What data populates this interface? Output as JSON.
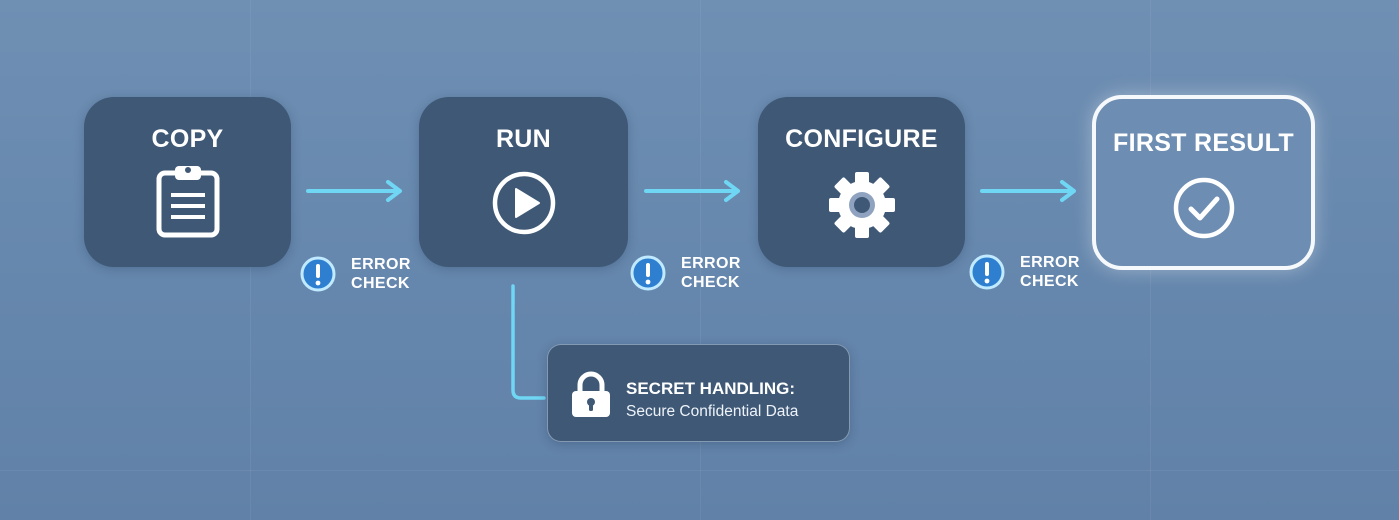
{
  "steps": [
    {
      "id": "copy",
      "title": "COPY",
      "icon": "clipboard-icon",
      "highlighted": false
    },
    {
      "id": "run",
      "title": "RUN",
      "icon": "play-icon",
      "highlighted": false
    },
    {
      "id": "configure",
      "title": "CONFIGURE",
      "icon": "gear-icon",
      "highlighted": false
    },
    {
      "id": "first-result",
      "title": "FIRST RESULT",
      "icon": "checkmark-icon",
      "highlighted": true
    }
  ],
  "error_checks": [
    {
      "line1": "ERROR",
      "line2": "CHECK",
      "icon": "exclamation-icon"
    },
    {
      "line1": "ERROR",
      "line2": "CHECK",
      "icon": "exclamation-icon"
    },
    {
      "line1": "ERROR",
      "line2": "CHECK",
      "icon": "exclamation-icon"
    }
  ],
  "secret": {
    "title": "SECRET HANDLING:",
    "description": "Secure Confidential Data",
    "icon": "padlock-icon"
  },
  "colors": {
    "background": "#6687ad",
    "box": "#3e5876",
    "arrow": "#6fd6f4",
    "badge": "#2f7fd0",
    "text": "#ffffff"
  }
}
